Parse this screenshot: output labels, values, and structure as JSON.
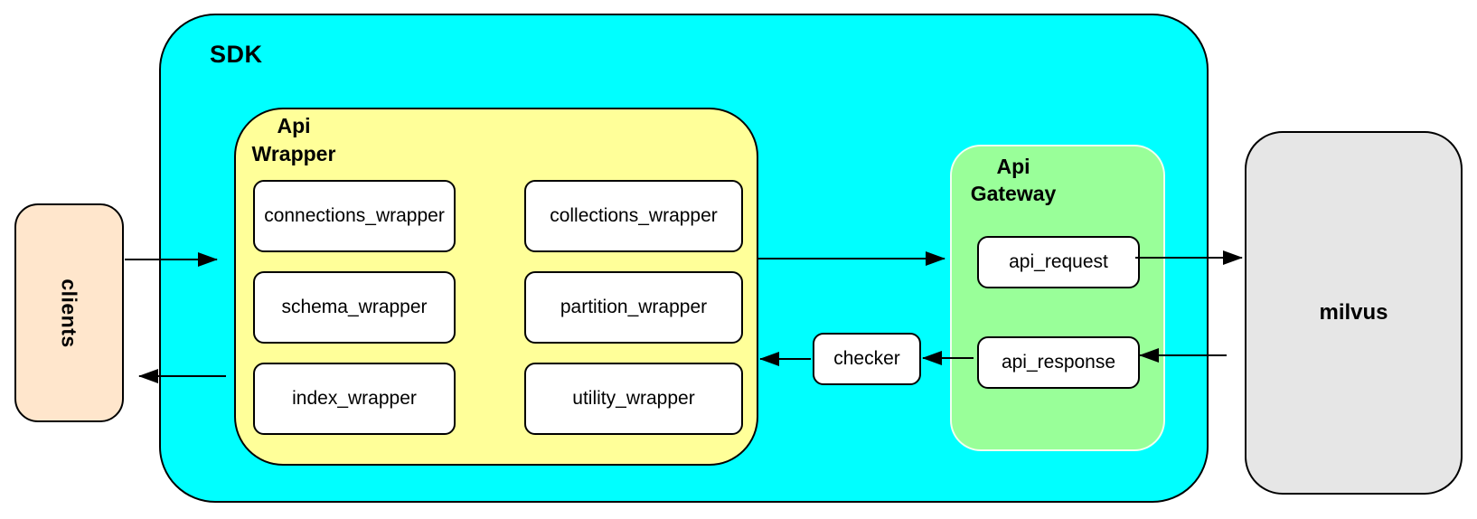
{
  "diagram": {
    "sdk": {
      "label": "SDK"
    },
    "clients": {
      "label": "clients"
    },
    "api_wrapper": {
      "label": "Api\nWrapper",
      "boxes": [
        "connections_wrapper",
        "collections_wrapper",
        "schema_wrapper",
        "partition_wrapper",
        "index_wrapper",
        "utility_wrapper"
      ]
    },
    "api_gateway": {
      "label": "Api\nGateway",
      "request_label": "api_request",
      "response_label": "api_response"
    },
    "checker": {
      "label": "checker"
    },
    "milvus": {
      "label": "milvus"
    },
    "edges": [
      {
        "from": "clients",
        "to": "api_wrapper"
      },
      {
        "from": "api_wrapper",
        "to": "api_gateway"
      },
      {
        "from": "api_request",
        "to": "milvus"
      },
      {
        "from": "milvus",
        "to": "api_response"
      },
      {
        "from": "api_response",
        "to": "checker"
      },
      {
        "from": "checker",
        "to": "api_wrapper"
      },
      {
        "from": "api_wrapper",
        "to": "clients"
      }
    ],
    "colors": {
      "sdk_fill": "#00FFFF",
      "api_wrapper_fill": "#FFFF99",
      "api_gateway_fill": "#99FF99",
      "clients_fill": "#FFE6CC",
      "milvus_fill": "#E6E6E6",
      "box_fill": "#FFFFFF",
      "border": "#000000"
    }
  }
}
